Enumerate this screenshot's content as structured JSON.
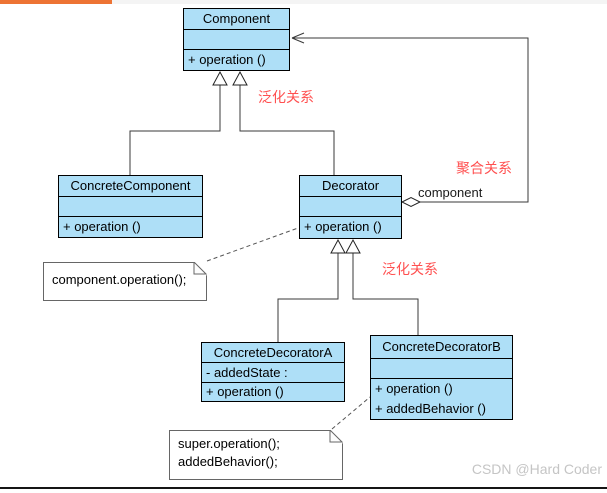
{
  "diagram": {
    "classes": {
      "component": {
        "title": "Component",
        "operations": [
          "+ operation ()"
        ]
      },
      "concrete_component": {
        "title": "ConcreteComponent",
        "operations": [
          "+ operation ()"
        ]
      },
      "decorator": {
        "title": "Decorator",
        "operations": [
          "+ operation ()"
        ]
      },
      "concrete_decorator_a": {
        "title": "ConcreteDecoratorA",
        "attributes": [
          "- addedState :"
        ],
        "operations": [
          "+ operation ()"
        ]
      },
      "concrete_decorator_b": {
        "title": "ConcreteDecoratorB",
        "operations": [
          "+ operation ()",
          "+ addedBehavior ()"
        ]
      }
    },
    "notes": {
      "component_operation": "component.operation();",
      "decorator_b_line1": "super.operation();",
      "decorator_b_line2": "addedBehavior();"
    },
    "labels": {
      "generalization_top": "泛化关系",
      "aggregation": "聚合关系",
      "generalization_bottom": "泛化关系",
      "association_role": "component"
    },
    "watermark": "CSDN @Hard Coder",
    "colors": {
      "class_fill": "#AEDFF7",
      "class_border": "#000000",
      "relation_label_red": "#FF5050",
      "accent_bar_orange": "#ED7334",
      "watermark_gray": "#C5C5C5"
    }
  }
}
